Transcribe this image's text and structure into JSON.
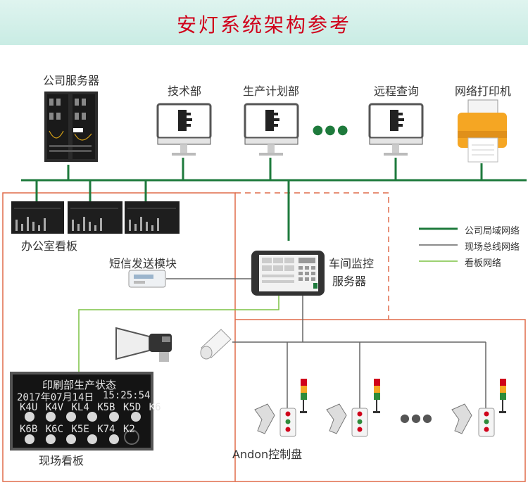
{
  "title": "安灯系统架构参考",
  "colors": {
    "lan": "#1e7a3c",
    "bus": "#666666",
    "board_net": "#7cc243",
    "border": "#e06c4a",
    "title": "#d0021b"
  },
  "nodes": {
    "server": "公司服务器",
    "tech": "技术部",
    "plan": "生产计划部",
    "remote": "远程查询",
    "printer": "网络打印机",
    "office_board": "办公室看板",
    "sms": "短信发送模块",
    "monitor_server_line1": "车间监控",
    "monitor_server_line2": "服务器",
    "site_board": "现场看板",
    "andon": "Andon控制盘",
    "ellipsis_top": "●●●",
    "ellipsis_bottom": "●●●"
  },
  "legend": [
    {
      "label": "公司局域网络",
      "color": "#1e7a3c"
    },
    {
      "label": "现场总线网络",
      "color": "#666666"
    },
    {
      "label": "看板网络",
      "color": "#7cc243"
    }
  ],
  "board": {
    "line1": "印刷部生产状态",
    "line2_date": "2017年07月14日",
    "line2_time": "15:25:54",
    "row1": [
      "K4U",
      "K4V",
      "KL4",
      "K5B",
      "K5D",
      "K6"
    ],
    "row2": [
      "K6B",
      "K6C",
      "K5E",
      "K74",
      "K2"
    ]
  }
}
